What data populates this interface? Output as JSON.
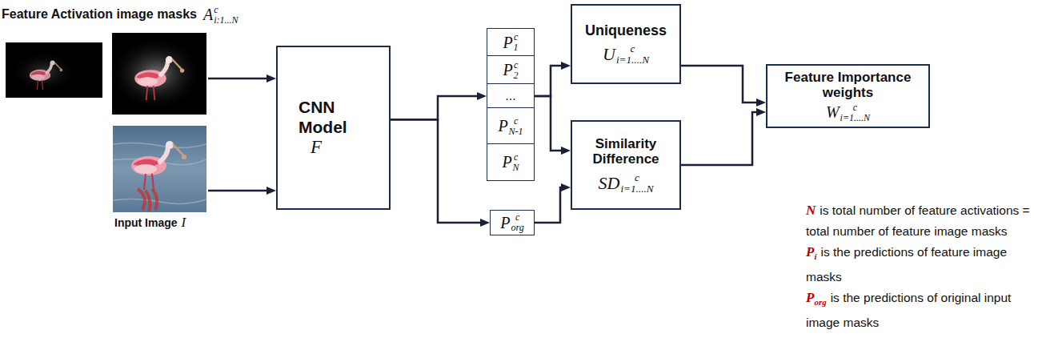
{
  "diagram": {
    "title": "Feature Activation image masks",
    "nodes": [
      {
        "text": [
          "CNN Model",
          "F"
        ]
      },
      {
        "text": [
          "P",
          "c",
          "1"
        ]
      },
      {
        "text": [
          "P",
          "c",
          "2"
        ]
      },
      {
        "text": [
          "..."
        ]
      },
      {
        "text": [
          "P",
          "c",
          "N-1"
        ]
      },
      {
        "text": [
          "P",
          "c",
          "N"
        ]
      },
      {
        "text": [
          "P",
          "c",
          "org"
        ]
      },
      {
        "text": [
          "Uniqueness",
          "U",
          "c",
          "i=1....N"
        ]
      },
      {
        "text": [
          "Similarity Difference",
          "SD",
          "c",
          "i=1....N"
        ]
      },
      {
        "text": [
          "Feature Importance weights",
          "W",
          "c",
          "i=1....N"
        ]
      }
    ],
    "edges": [
      {
        "from": 0,
        "to": 3,
        "arrow": "to"
      },
      {
        "from": 0,
        "to": 6,
        "arrow": "to"
      },
      {
        "from": 3,
        "to": 7,
        "arrow": "to"
      },
      {
        "from": 3,
        "to": 8,
        "arrow": "to"
      },
      {
        "from": 6,
        "to": 8,
        "arrow": "to"
      },
      {
        "from": 7,
        "to": 9,
        "arrow": "to"
      },
      {
        "from": 8,
        "to": 9,
        "arrow": "to"
      }
    ],
    "labels": [
      "A",
      "c",
      "i:1...N",
      "Input Image",
      "I",
      "N",
      "is total number of feature activations = total number of feature image masks",
      "P",
      "i",
      "is the predictions of feature image masks",
      "P",
      "org",
      "is the predictions of original input image masks"
    ]
  }
}
